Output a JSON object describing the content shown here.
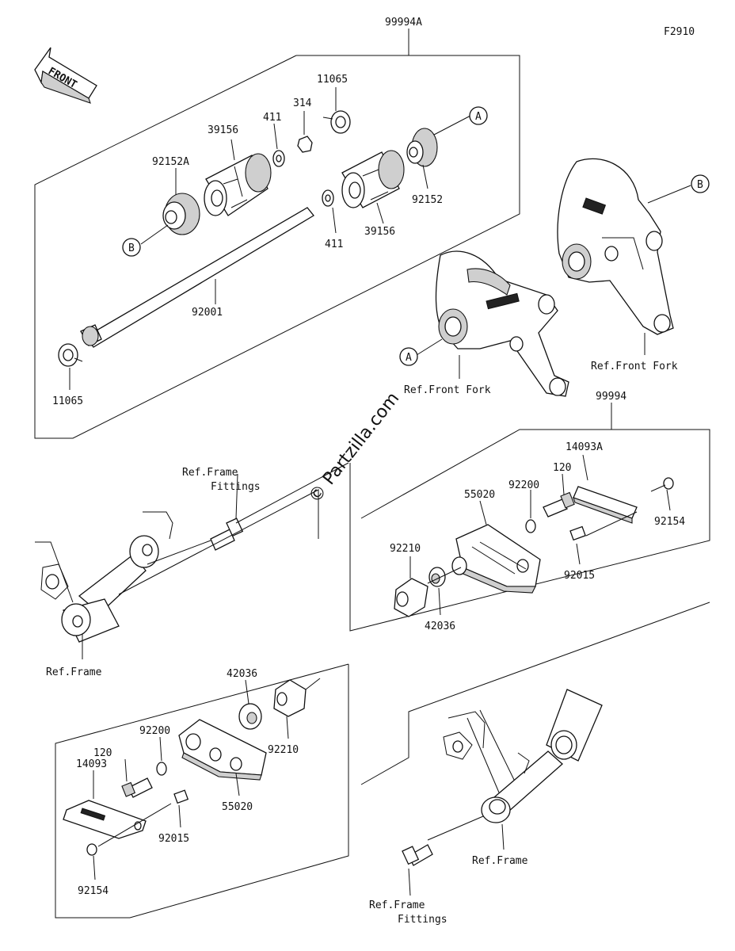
{
  "figure_code": "F2910",
  "front_arrow": "FRONT",
  "watermark": "© Partzilla.com",
  "kits": {
    "top": "99994A",
    "right": "99994"
  },
  "top_labels": {
    "p11065a": "11065",
    "p314": "314",
    "p411a": "411",
    "p39156a": "39156",
    "p92152a": "92152A",
    "p39156b": "39156",
    "p92152": "92152",
    "p411b": "411",
    "p92001": "92001",
    "p11065b": "11065",
    "callA": "A",
    "callB": "B"
  },
  "fork_labels": {
    "fork_a": "Ref.Front Fork",
    "fork_b": "Ref.Front Fork",
    "callA": "A",
    "callB": "B"
  },
  "mid_labels": {
    "frame_fittings_1": "Ref.Frame",
    "frame_fittings_2": "Fittings",
    "frame": "Ref.Frame"
  },
  "right_labels": {
    "p14093a": "14093A",
    "p120": "120",
    "p92200": "92200",
    "p55020": "55020",
    "p92154": "92154",
    "p92210": "92210",
    "p92015": "92015",
    "p42036": "42036"
  },
  "bottom_labels": {
    "p42036": "42036",
    "p92200": "92200",
    "p120": "120",
    "p14093": "14093",
    "p92210": "92210",
    "p55020": "55020",
    "p92015": "92015",
    "p92154": "92154",
    "frame": "Ref.Frame",
    "fittings_1": "Ref.Frame",
    "fittings_2": "Fittings"
  }
}
